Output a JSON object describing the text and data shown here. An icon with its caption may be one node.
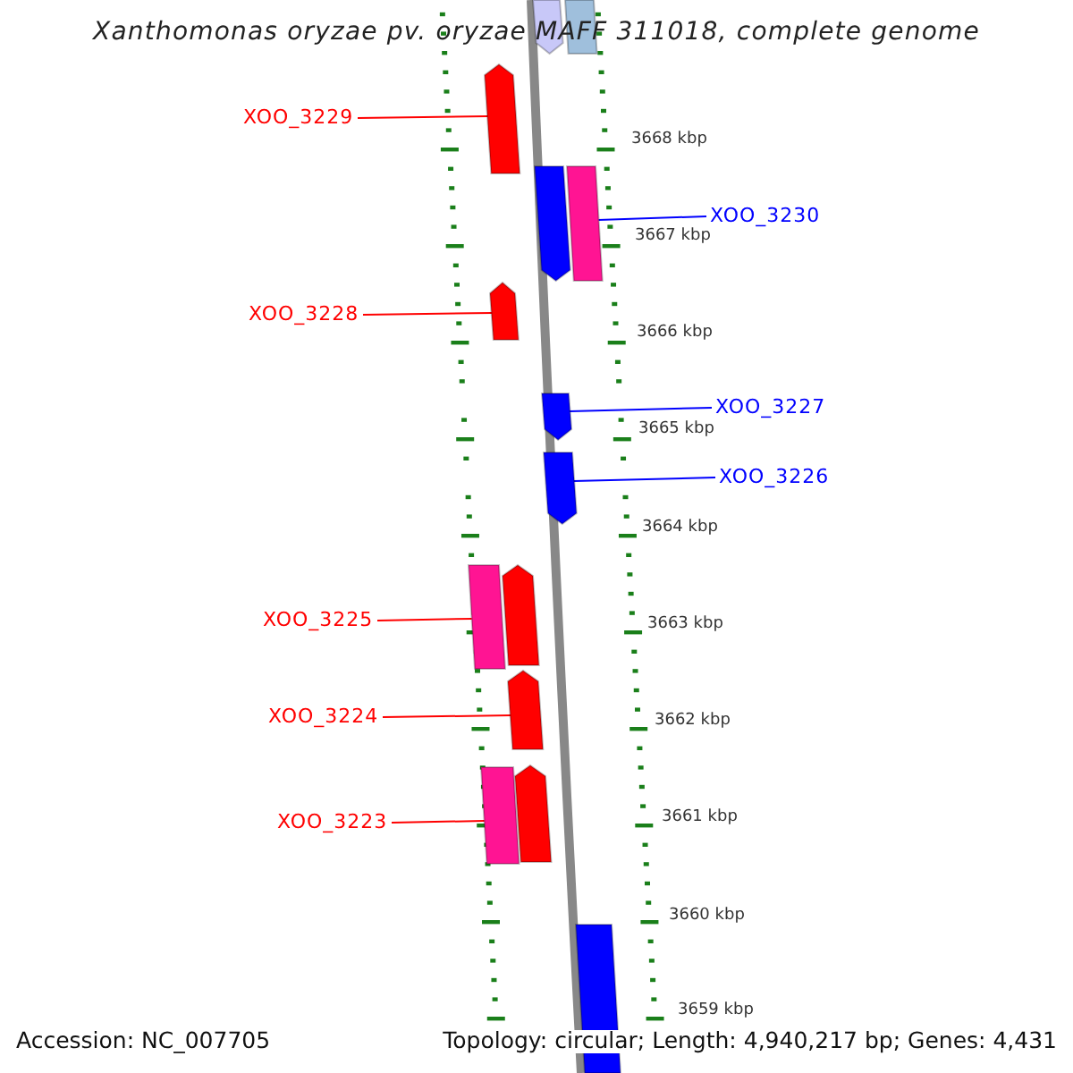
{
  "diagram": {
    "title": "Xanthomonas oryzae pv. oryzae MAFF 311018, complete genome",
    "nodes": [
      {
        "text": [
          "XOO_3229"
        ]
      },
      {
        "text": [
          "XOO_3230"
        ]
      },
      {
        "text": [
          "XOO_3228"
        ]
      },
      {
        "text": [
          "XOO_3227"
        ]
      },
      {
        "text": [
          "XOO_3226"
        ]
      },
      {
        "text": [
          "XOO_3225"
        ]
      },
      {
        "text": [
          "XOO_3224"
        ]
      },
      {
        "text": [
          "XOO_3223"
        ]
      },
      {
        "text": [],
        "shape": "pentagon"
      },
      {
        "text": [],
        "shape": "box"
      },
      {
        "text": [],
        "shape": "pentagon"
      },
      {
        "text": [],
        "shape": "pentagon"
      },
      {
        "text": [],
        "shape": "box"
      },
      {
        "text": [],
        "shape": "pentagon"
      },
      {
        "text": [],
        "shape": "pentagon"
      },
      {
        "text": [],
        "shape": "pentagon"
      },
      {
        "text": [],
        "shape": "box"
      },
      {
        "text": [],
        "shape": "pentagon"
      },
      {
        "text": [],
        "shape": "pentagon"
      },
      {
        "text": [],
        "shape": "box"
      },
      {
        "text": [],
        "shape": "pentagon"
      },
      {
        "text": [],
        "shape": "box"
      }
    ],
    "edges": [
      {
        "from": 0,
        "to": 10,
        "arrow": "none"
      },
      {
        "from": 1,
        "to": 12,
        "arrow": "none",
        "color": "#0000ff"
      },
      {
        "from": 2,
        "to": 13,
        "arrow": "none"
      },
      {
        "from": 3,
        "to": 14,
        "arrow": "none",
        "color": "#0000ff"
      },
      {
        "from": 4,
        "to": 15,
        "arrow": "none",
        "color": "#0000ff"
      },
      {
        "from": 5,
        "to": 16,
        "arrow": "none"
      },
      {
        "from": 6,
        "to": 18,
        "arrow": "none"
      },
      {
        "from": 7,
        "to": 19,
        "arrow": "none"
      }
    ],
    "labels": [
      "3668 kbp",
      "3667 kbp",
      "3666 kbp",
      "3665 kbp",
      "3664 kbp",
      "3663 kbp",
      "3662 kbp",
      "3661 kbp",
      "3660 kbp",
      "3659 kbp",
      "Accession: NC_007705",
      "Topology: circular; Length: 4,940,217 bp; Genes: 4,431"
    ]
  }
}
